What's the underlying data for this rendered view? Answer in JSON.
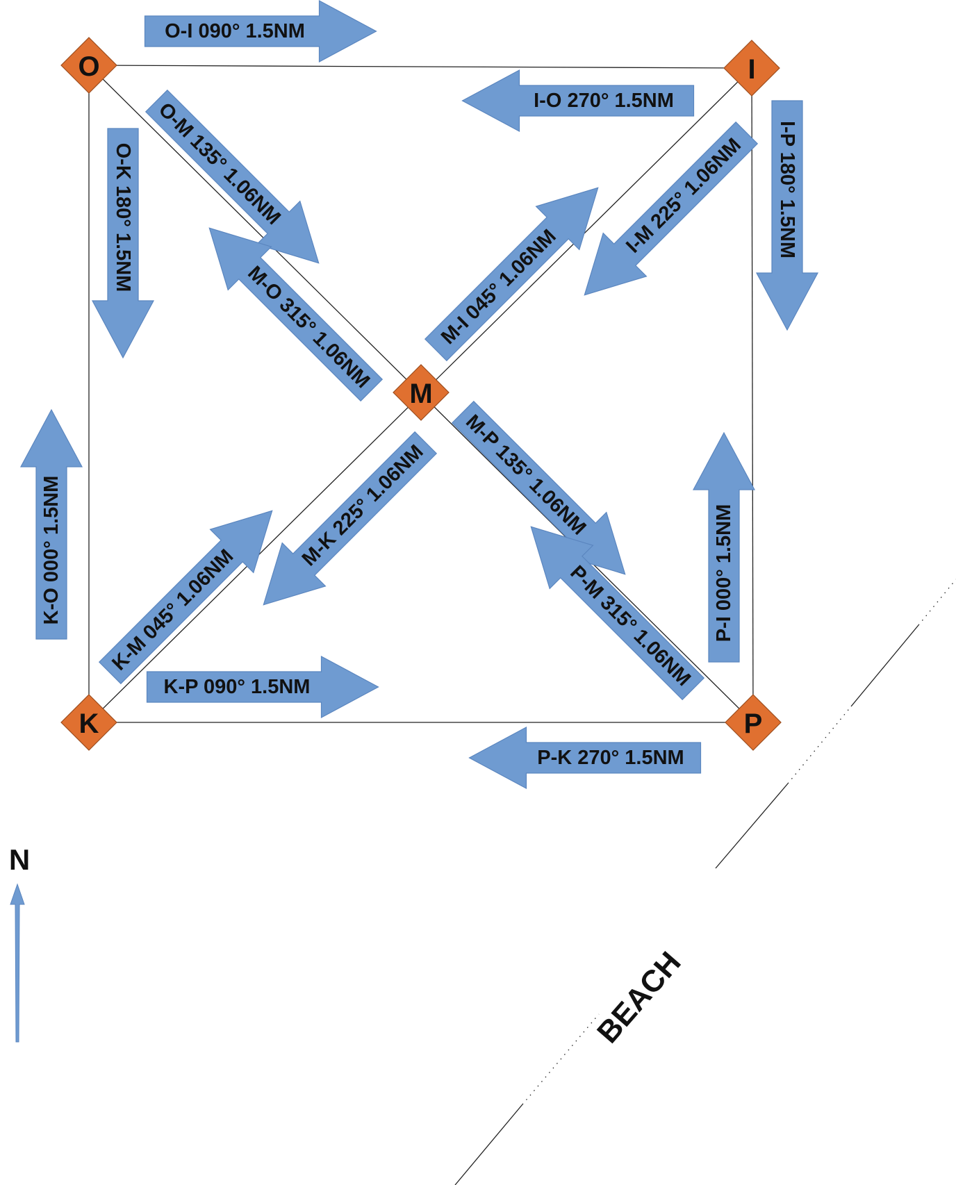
{
  "colors": {
    "arrow_fill": "#6f9bd1",
    "arrow_stroke": "#5b86bf",
    "mark_fill": "#e07030",
    "mark_stroke": "#9c4e1f",
    "line": "#222222"
  },
  "marks": [
    {
      "id": "O",
      "label": "O"
    },
    {
      "id": "I",
      "label": "I"
    },
    {
      "id": "M",
      "label": "M"
    },
    {
      "id": "K",
      "label": "K"
    },
    {
      "id": "P",
      "label": "P"
    }
  ],
  "legs": [
    {
      "from": "O",
      "to": "I",
      "bearing": "090°",
      "distance": "1.5NM",
      "label": "O-I  090° 1.5NM"
    },
    {
      "from": "I",
      "to": "O",
      "bearing": "270°",
      "distance": "1.5NM",
      "label": "I-O  270° 1.5NM"
    },
    {
      "from": "O",
      "to": "M",
      "bearing": "135°",
      "distance": "1.06NM",
      "label": "O-M  135° 1.06NM"
    },
    {
      "from": "M",
      "to": "O",
      "bearing": "315°",
      "distance": "1.06NM",
      "label": "M-O  315° 1.06NM"
    },
    {
      "from": "O",
      "to": "K",
      "bearing": "180°",
      "distance": "1.5NM",
      "label": "O-K  180° 1.5NM"
    },
    {
      "from": "M",
      "to": "I",
      "bearing": "045°",
      "distance": "1.06NM",
      "label": "M-I  045° 1.06NM"
    },
    {
      "from": "I",
      "to": "M",
      "bearing": "225°",
      "distance": "1.06NM",
      "label": "I-M  225° 1.06NM"
    },
    {
      "from": "I",
      "to": "P",
      "bearing": "180°",
      "distance": "1.5NM",
      "label": "I-P  180° 1.5NM"
    },
    {
      "from": "K",
      "to": "O",
      "bearing": "000°",
      "distance": "1.5NM",
      "label": "K-O  000° 1.5NM"
    },
    {
      "from": "K",
      "to": "M",
      "bearing": "045°",
      "distance": "1.06NM",
      "label": "K-M  045° 1.06NM"
    },
    {
      "from": "M",
      "to": "K",
      "bearing": "225°",
      "distance": "1.06NM",
      "label": "M-K  225° 1.06NM"
    },
    {
      "from": "M",
      "to": "P",
      "bearing": "135°",
      "distance": "1.06NM",
      "label": "M-P  135° 1.06NM"
    },
    {
      "from": "P",
      "to": "M",
      "bearing": "315°",
      "distance": "1.06NM",
      "label": "P-M  315° 1.06NM"
    },
    {
      "from": "P",
      "to": "I",
      "bearing": "000°",
      "distance": "1.5NM",
      "label": "P-I  000° 1.5NM"
    },
    {
      "from": "K",
      "to": "P",
      "bearing": "090°",
      "distance": "1.5NM",
      "label": "K-P  090° 1.5NM"
    },
    {
      "from": "P",
      "to": "K",
      "bearing": "270°",
      "distance": "1.5NM",
      "label": "P-K  270° 1.5NM"
    }
  ],
  "north": {
    "label": "N"
  },
  "beach": {
    "label": "BEACH"
  }
}
